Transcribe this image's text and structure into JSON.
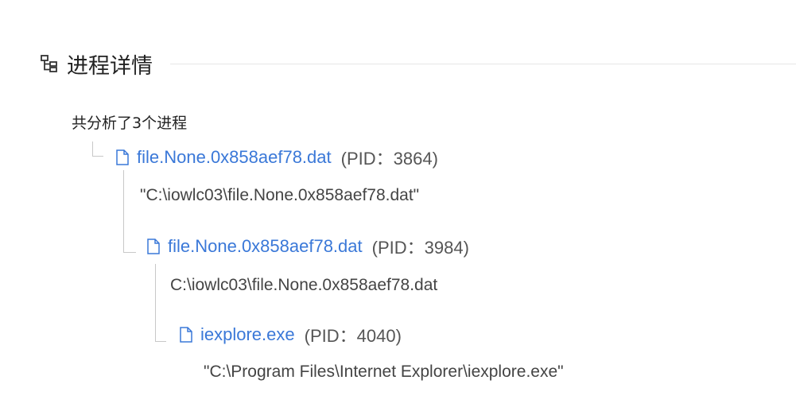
{
  "section": {
    "title": "进程详情",
    "icon": "process-tree-icon"
  },
  "summary": "共分析了3个进程",
  "processes": [
    {
      "name": "file.None.0x858aef78.dat",
      "pid": "(PID：3864)",
      "cmdline": "\"C:\\iowlc03\\file.None.0x858aef78.dat\"",
      "icon": "file-icon"
    },
    {
      "name": "file.None.0x858aef78.dat",
      "pid": "(PID：3984)",
      "cmdline": "C:\\iowlc03\\file.None.0x858aef78.dat",
      "icon": "file-icon"
    },
    {
      "name": "iexplore.exe",
      "pid": "(PID：4040)",
      "cmdline": "\"C:\\Program Files\\Internet Explorer\\iexplore.exe\"",
      "icon": "file-icon"
    }
  ],
  "colors": {
    "link": "#3a78d8",
    "connector": "#c8c8c8",
    "text": "#333333"
  }
}
